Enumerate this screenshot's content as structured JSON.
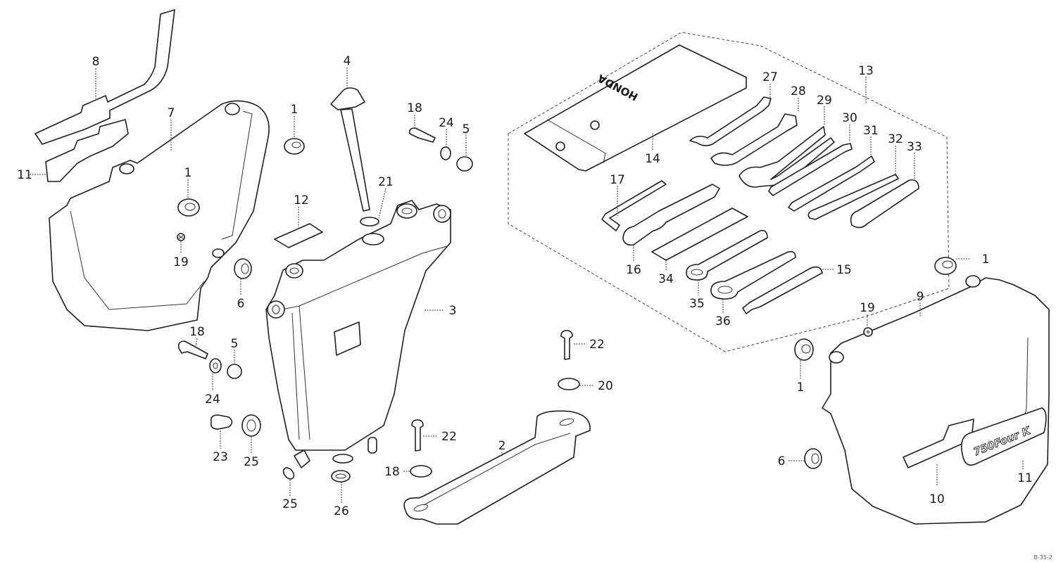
{
  "diagram": {
    "type": "exploded-parts-diagram",
    "tool_bag_brand": "HONDA",
    "emblem_text": "750Four K",
    "figure_code": "B-35-2"
  },
  "callouts": [
    {
      "id": "c8",
      "label": "8"
    },
    {
      "id": "c7",
      "label": "7"
    },
    {
      "id": "c11a",
      "label": "11"
    },
    {
      "id": "c1a",
      "label": "1"
    },
    {
      "id": "c1b",
      "label": "1"
    },
    {
      "id": "c19a",
      "label": "19"
    },
    {
      "id": "c6a",
      "label": "6"
    },
    {
      "id": "c4",
      "label": "4"
    },
    {
      "id": "c12",
      "label": "12"
    },
    {
      "id": "c21",
      "label": "21"
    },
    {
      "id": "c18a",
      "label": "18"
    },
    {
      "id": "c24a",
      "label": "24"
    },
    {
      "id": "c5a",
      "label": "5"
    },
    {
      "id": "c3",
      "label": "3"
    },
    {
      "id": "c18b",
      "label": "18"
    },
    {
      "id": "c5b",
      "label": "5"
    },
    {
      "id": "c24b",
      "label": "24"
    },
    {
      "id": "c23",
      "label": "23"
    },
    {
      "id": "c25a",
      "label": "25"
    },
    {
      "id": "c25b",
      "label": "25"
    },
    {
      "id": "c26",
      "label": "26"
    },
    {
      "id": "c22a",
      "label": "22"
    },
    {
      "id": "c18c",
      "label": "18"
    },
    {
      "id": "c2",
      "label": "2"
    },
    {
      "id": "c22b",
      "label": "22"
    },
    {
      "id": "c20",
      "label": "20"
    },
    {
      "id": "c13",
      "label": "13"
    },
    {
      "id": "c14",
      "label": "14"
    },
    {
      "id": "c27",
      "label": "27"
    },
    {
      "id": "c28",
      "label": "28"
    },
    {
      "id": "c29",
      "label": "29"
    },
    {
      "id": "c30",
      "label": "30"
    },
    {
      "id": "c31",
      "label": "31"
    },
    {
      "id": "c32",
      "label": "32"
    },
    {
      "id": "c33",
      "label": "33"
    },
    {
      "id": "c17",
      "label": "17"
    },
    {
      "id": "c16",
      "label": "16"
    },
    {
      "id": "c34",
      "label": "34"
    },
    {
      "id": "c35",
      "label": "35"
    },
    {
      "id": "c36",
      "label": "36"
    },
    {
      "id": "c15",
      "label": "15"
    },
    {
      "id": "c1c",
      "label": "1"
    },
    {
      "id": "c19b",
      "label": "19"
    },
    {
      "id": "c9",
      "label": "9"
    },
    {
      "id": "c1d",
      "label": "1"
    },
    {
      "id": "c6b",
      "label": "6"
    },
    {
      "id": "c10",
      "label": "10"
    },
    {
      "id": "c11b",
      "label": "11"
    }
  ]
}
